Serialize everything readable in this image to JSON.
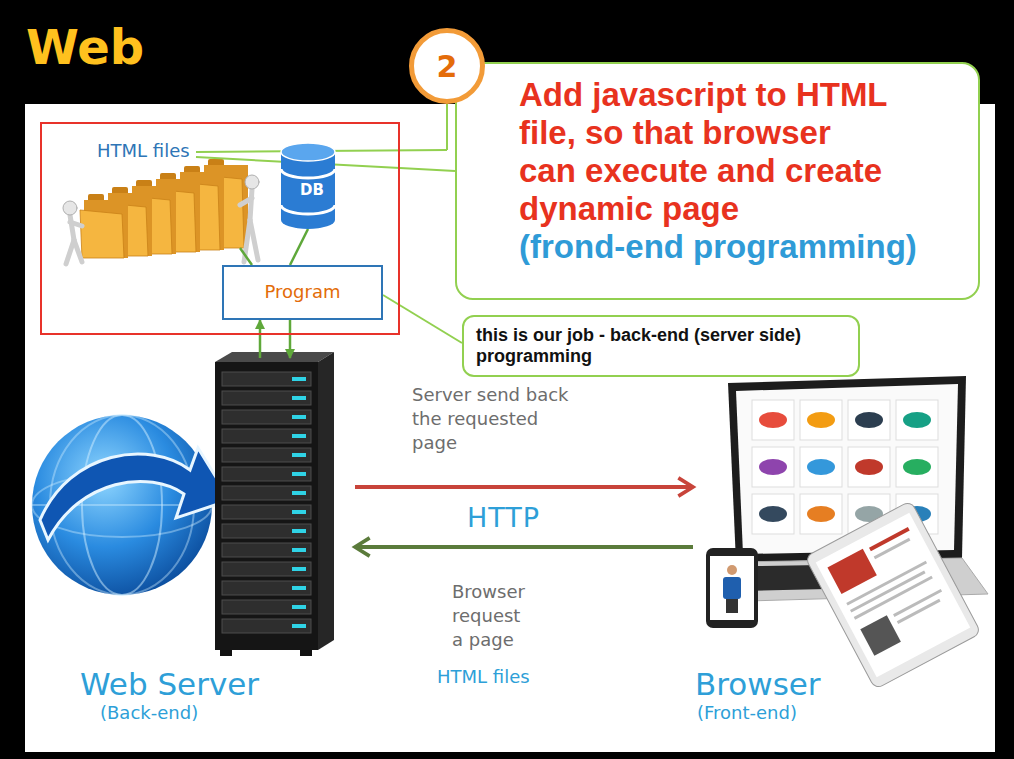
{
  "diagram": {
    "title": "Web",
    "nodes": [
      {
        "text": [
          "2"
        ]
      },
      {
        "text": [
          "Add javascript to HTML file, so that browser can execute and create dynamic page",
          "(frond-end programming)"
        ]
      },
      {
        "text": [
          "HTML files"
        ]
      },
      {
        "text": [
          "DB"
        ],
        "in": 2
      },
      {
        "text": [
          "Program"
        ],
        "in": 2
      },
      {
        "text": [
          "this is our job - back-end (server side) programming"
        ]
      },
      {
        "text": [
          "Web Server",
          "(Back-end)"
        ]
      },
      {
        "text": [
          "Browser",
          "(Front-end)"
        ]
      }
    ],
    "edges": [
      {
        "from": 2,
        "to": 1,
        "arrow": "none"
      },
      {
        "from": 3,
        "to": 4,
        "arrow": "none"
      },
      {
        "from": 4,
        "to": 5,
        "arrow": "none"
      },
      {
        "from": 6,
        "to": 4,
        "arrow": "to"
      },
      {
        "from": 4,
        "to": 6,
        "arrow": "to"
      },
      {
        "from": 6,
        "to": 7,
        "label": "Server send back the requested page",
        "arrow": "to"
      },
      {
        "from": 7,
        "to": 6,
        "label": "Browser request a page",
        "arrow": "to"
      }
    ],
    "labels": [
      "HTTP",
      "HTML files"
    ]
  }
}
